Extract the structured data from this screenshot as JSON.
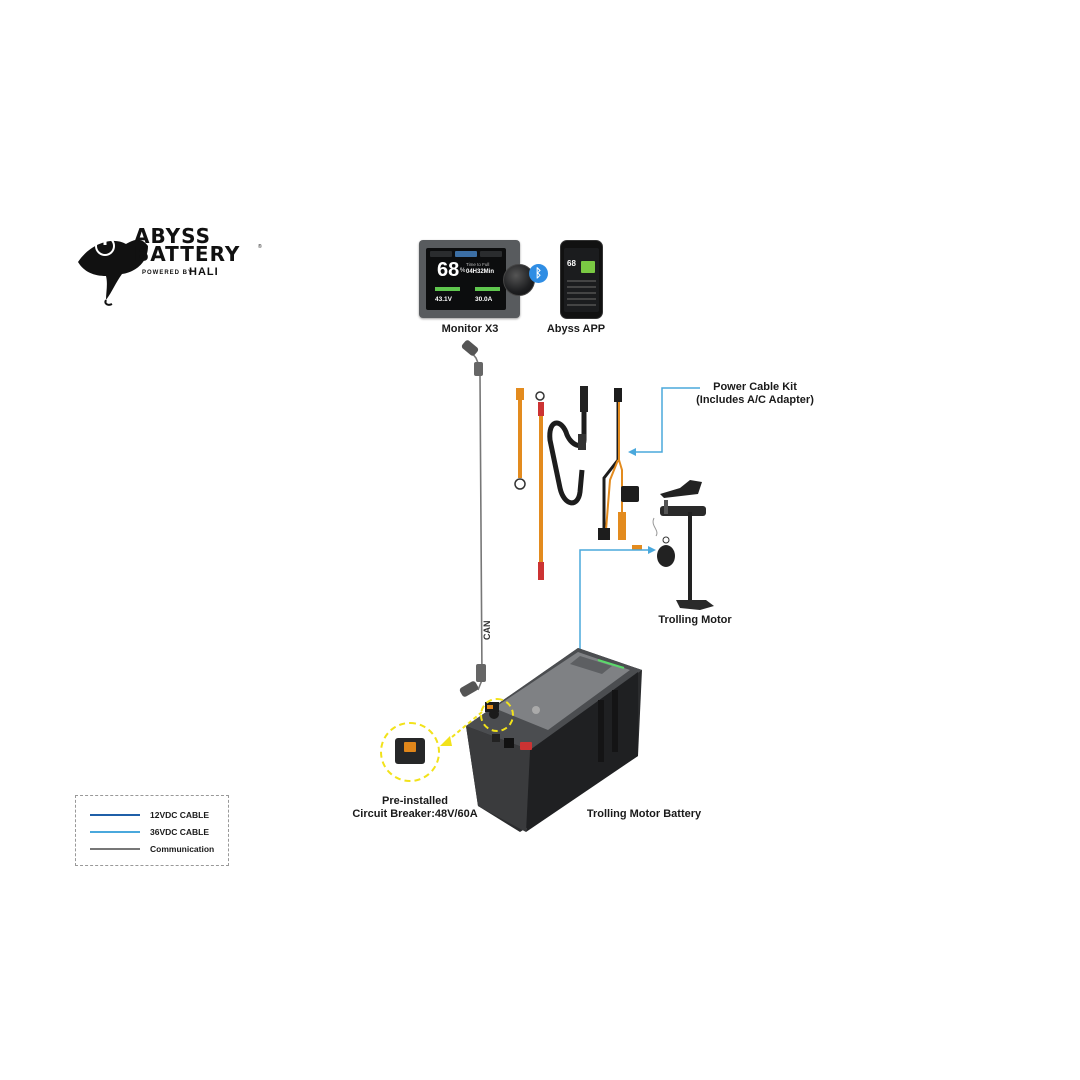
{
  "logo": {
    "line1": "ABYSS",
    "line2": "BATTERY",
    "powered_by": "POWERED BY",
    "brand": "HALI",
    "registered": "®"
  },
  "monitor": {
    "label": "Monitor X3",
    "soc": "68",
    "soc_unit": "%",
    "full_text": "Time to Full",
    "time": "04H32Min",
    "voltage": "43.1V",
    "current": "30.0A"
  },
  "app": {
    "label": "Abyss APP",
    "soc": "68"
  },
  "bluetooth_icon": "bluetooth-icon",
  "power_kit": {
    "line1": "Power Cable Kit",
    "line2": "(Includes A/C Adapter)"
  },
  "trolling_motor": {
    "label": "Trolling Motor"
  },
  "battery": {
    "label": "Trolling Motor Battery"
  },
  "breaker": {
    "line1": "Pre-installed",
    "line2": "Circuit Breaker:48V/60A"
  },
  "can_label": "CAN",
  "legend": {
    "items": [
      {
        "label": "12VDC CABLE",
        "color": "#1f5fa8"
      },
      {
        "label": "36VDC CABLE",
        "color": "#4aa8dc"
      },
      {
        "label": "Communication",
        "color": "#777777"
      }
    ]
  },
  "colors": {
    "arrow_blue": "#4aa8dc",
    "highlight_yellow": "#f2e21a",
    "cable_orange": "#e38b1e",
    "cable_red": "#d32b2b"
  }
}
